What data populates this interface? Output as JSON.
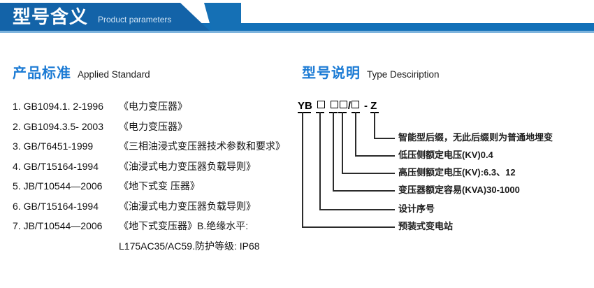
{
  "banner": {
    "title_cn": "型号含义",
    "title_en": "Product parameters",
    "color_dark": "#1363a8",
    "color_bar": "#1270b8"
  },
  "sections": {
    "left": {
      "heading_cn": "产品标准",
      "heading_en": "Applied Standard"
    },
    "right": {
      "heading_cn": "型号说明",
      "heading_en": "Type Desciription"
    }
  },
  "standards": [
    {
      "index": "1.",
      "code": "GB1094.1. 2-1996",
      "name": "《电力变压器》"
    },
    {
      "index": "2.",
      "code": "GB1094.3.5- 2003",
      "name": "《电力变压器》"
    },
    {
      "index": "3.",
      "code": "GB/T6451-1999",
      "name": "《三相油浸式变压器技术参数和要求》"
    },
    {
      "index": "4.",
      "code": "GB/T15164-1994",
      "name": "《油浸式电力变压器负载导则》"
    },
    {
      "index": "5.",
      "code": "JB/T10544—2006",
      "name": "《地下式变 压器》"
    },
    {
      "index": "6.",
      "code": "GB/T15164-1994",
      "name": "《油漫式电力变压器负载导则》"
    },
    {
      "index": "7.",
      "code": "JB/T10544—2006",
      "name": "《地下式变压器》B.绝缘水平:"
    }
  ],
  "standards_continuation": "L175AC35/AC59.防护等级: IP68",
  "model_code": {
    "prefix": "YB",
    "suffix": "- Z",
    "separator": "/"
  },
  "annotations": [
    {
      "label": "智能型后缀，无此后缀则为普通地埋变"
    },
    {
      "label": "低压侧额定电压(KV)0.4"
    },
    {
      "label": "高压侧额定电压(KV):6.3、12"
    },
    {
      "label": "变压器额定容易(KVA)30-1000"
    },
    {
      "label": "设计序号"
    },
    {
      "label": "预装式变电站"
    }
  ]
}
